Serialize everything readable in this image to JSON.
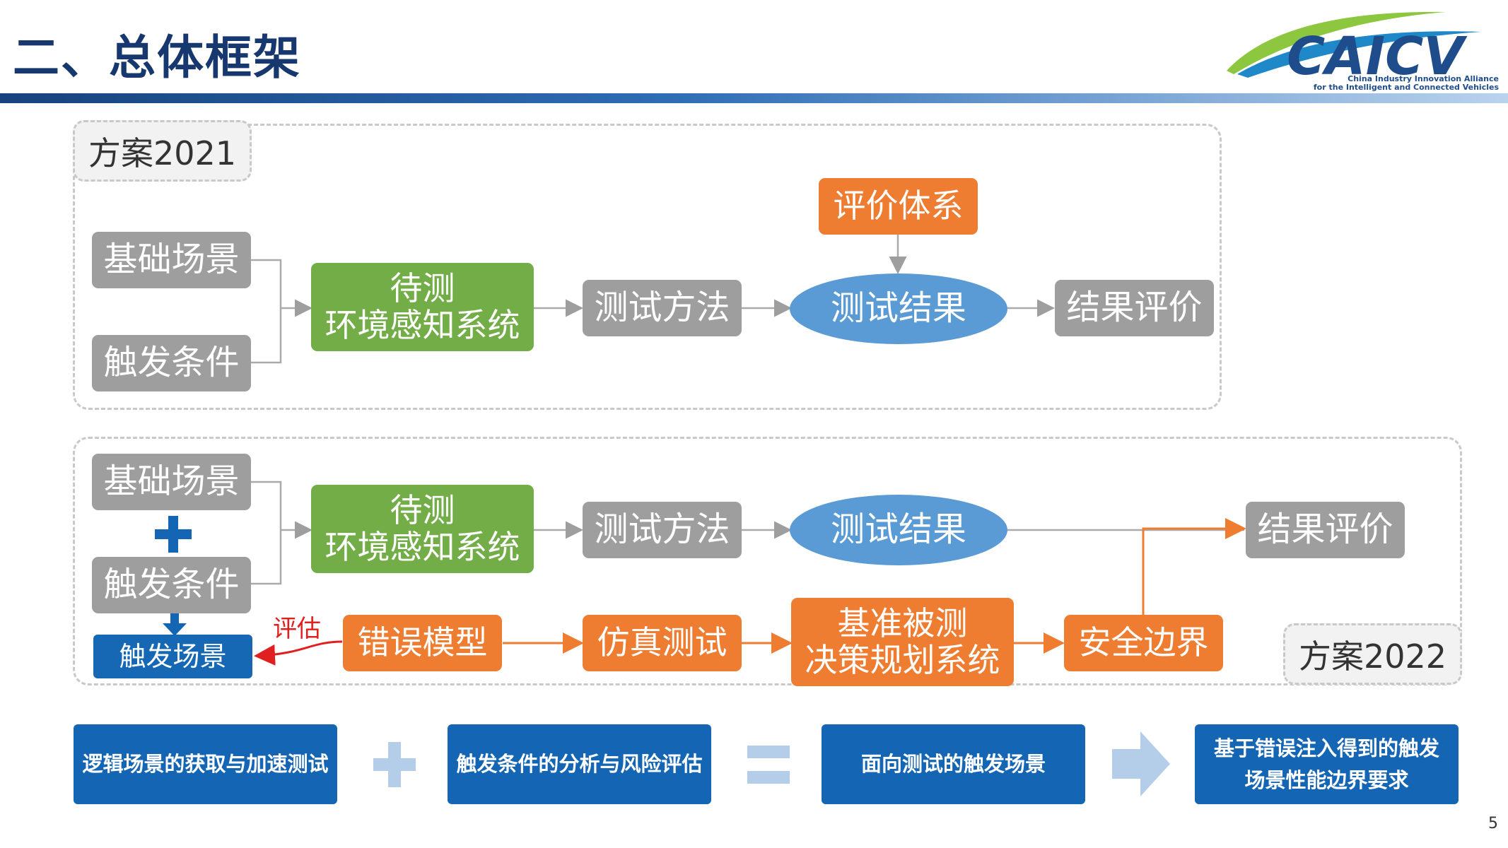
{
  "header": {
    "title": "二、总体框架",
    "logo_text": "CAICV",
    "logo_sub_line1": "China Industry Innovation Alliance",
    "logo_sub_line2": "for the Intelligent and Connected Vehicles"
  },
  "scheme2021": {
    "label": "方案2021",
    "basic_scene": "基础场景",
    "trigger_condition": "触发条件",
    "system_line1": "待测",
    "system_line2": "环境感知系统",
    "test_method": "测试方法",
    "eval_system": "评价体系",
    "test_result": "测试结果",
    "result_eval": "结果评价"
  },
  "scheme2022": {
    "label": "方案2022",
    "basic_scene": "基础场景",
    "trigger_condition": "触发条件",
    "trigger_scene": "触发场景",
    "system_line1": "待测",
    "system_line2": "环境感知系统",
    "test_method": "测试方法",
    "test_result": "测试结果",
    "result_eval": "结果评价",
    "eval_label": "评估",
    "error_model": "错误模型",
    "sim_test": "仿真测试",
    "baseline_line1": "基准被测",
    "baseline_line2": "决策规划系统",
    "safety_boundary": "安全边界"
  },
  "summary": {
    "box1": "逻辑场景的获取与加速测试",
    "box2": "触发条件的分析与风险评估",
    "box3": "面向测试的触发场景",
    "box4": "基于错误注入得到的触发场景性能边界要求"
  },
  "colors": {
    "gray": "#9e9e9e",
    "green": "#72ad47",
    "orange": "#ee7c31",
    "blue": "#5b9bd5",
    "dark_blue": "#1565b5",
    "arrow_orange": "#ee7c31",
    "eval_red": "#e02020"
  },
  "page_number": "5"
}
